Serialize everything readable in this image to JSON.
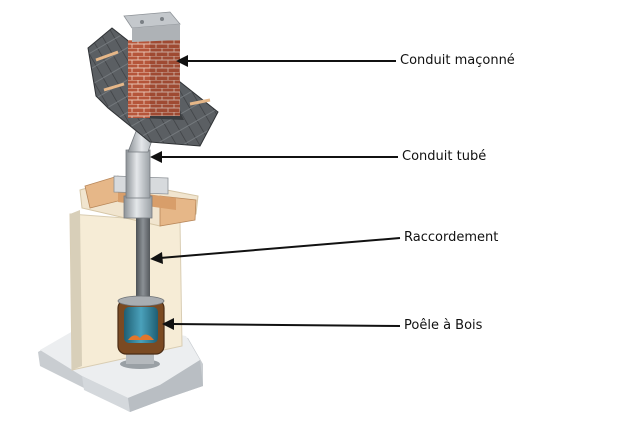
{
  "labels": [
    "Conduit maçonné",
    "Conduit tubé",
    "Raccordement",
    "Poêle à Bois"
  ],
  "colors": {
    "brick": "#b5553a",
    "roof_tile": "#5b5f63",
    "steel": "#c3c7cc",
    "flue_pipe": "#6f7478",
    "timber": "#e6b788",
    "wall": "#f6ecd6",
    "slab": "#e9ebed",
    "stove_glass": "#2f7a93",
    "arrow": "#111111"
  }
}
